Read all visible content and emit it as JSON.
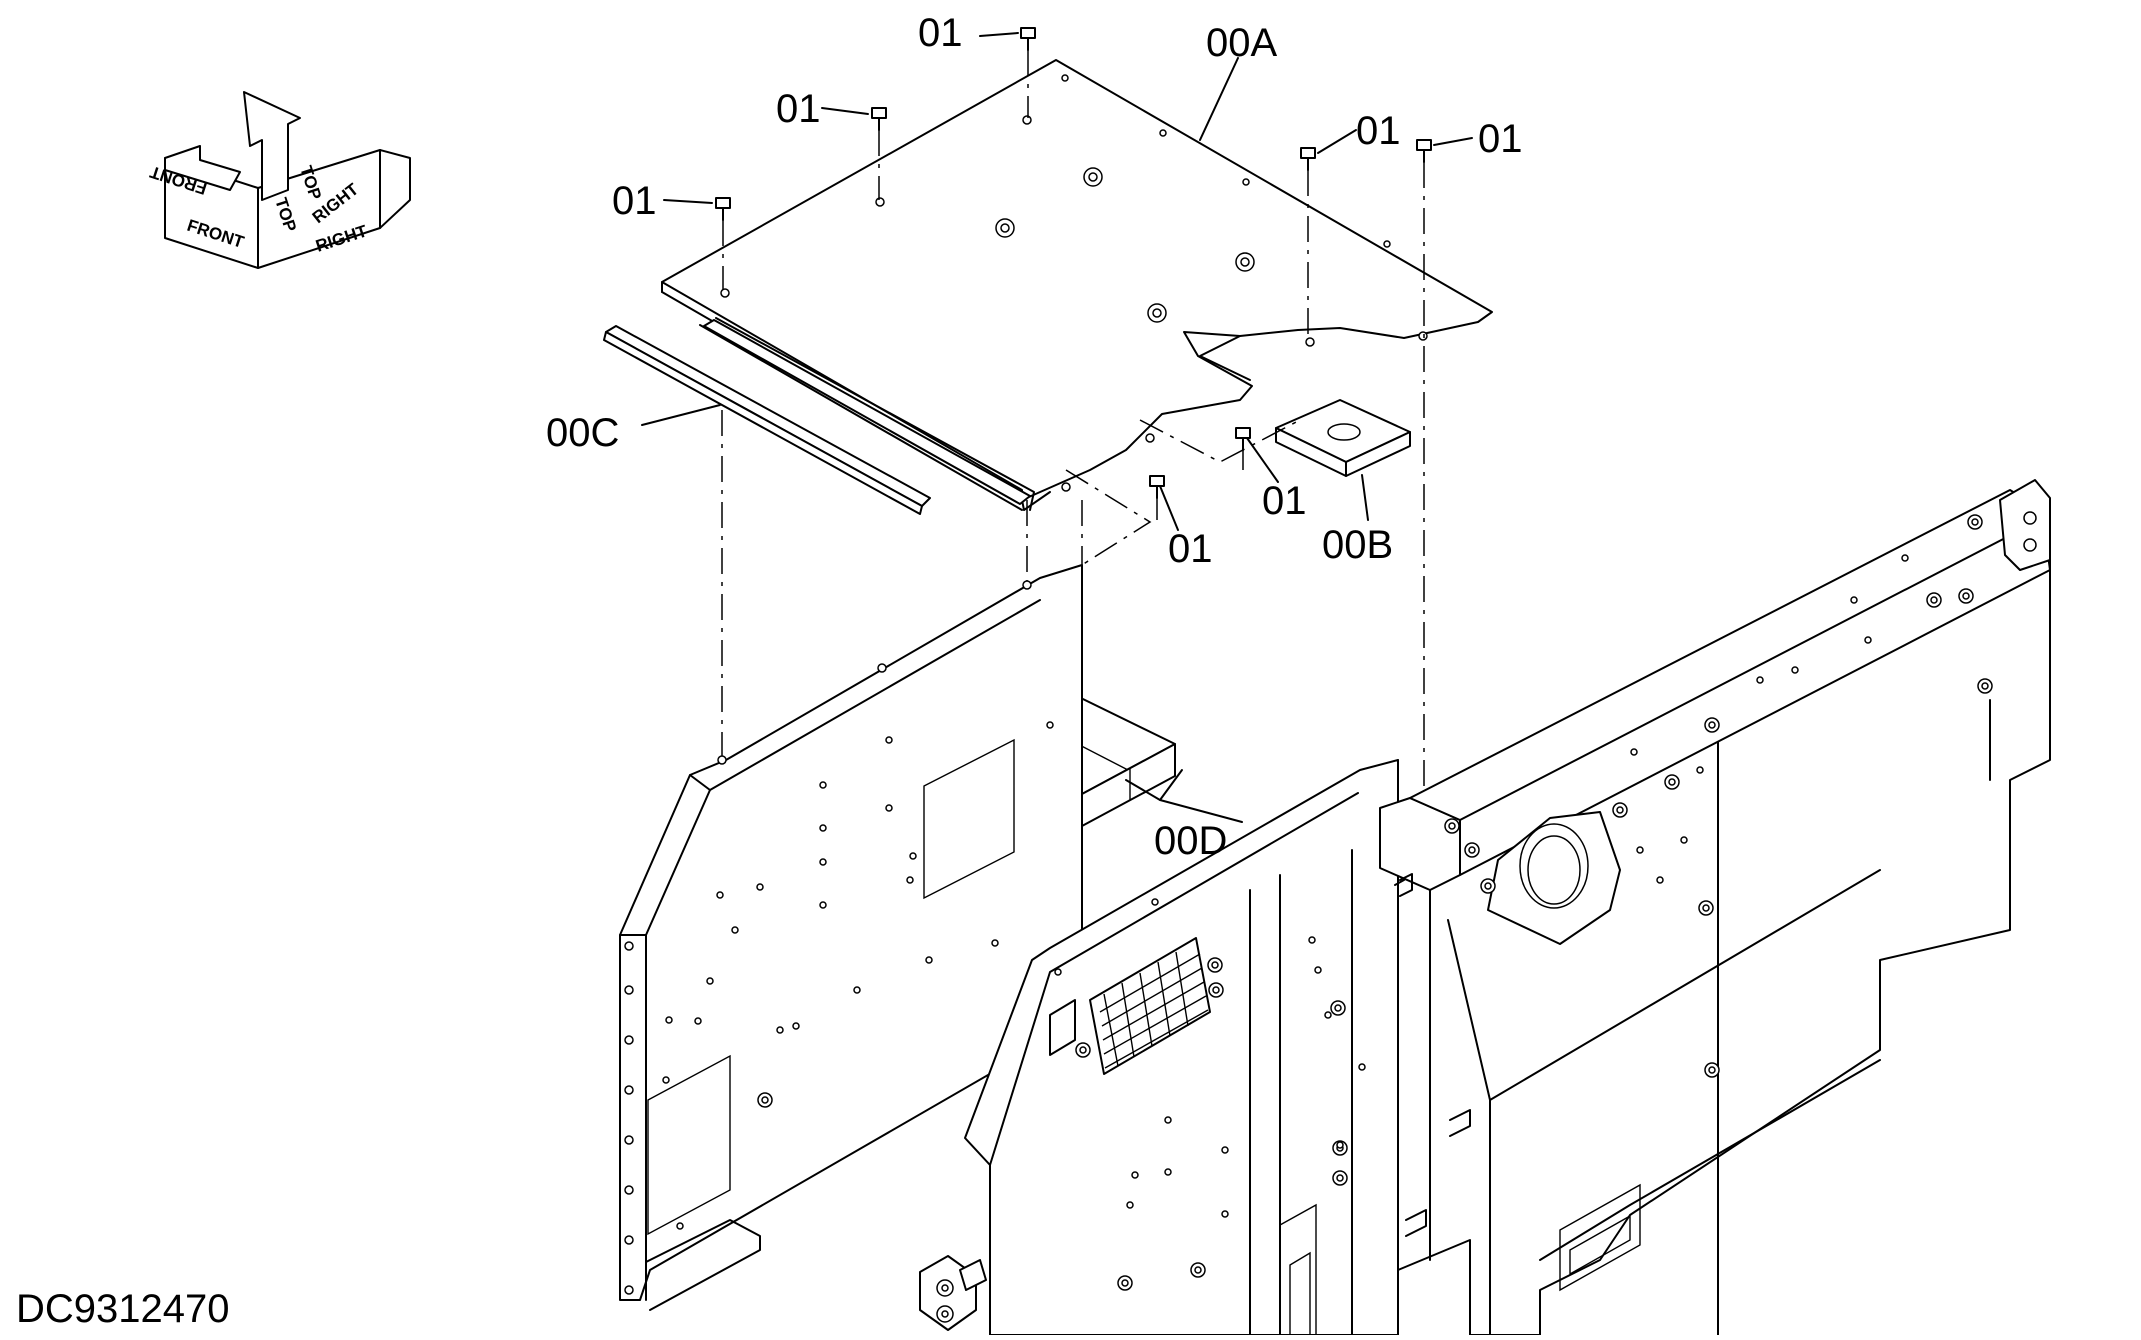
{
  "drawing_id": "DC9312470",
  "orientation_labels": {
    "front": "FRONT",
    "top": "TOP",
    "right": "RIGHT"
  },
  "callouts": {
    "cover": "00A",
    "pad": "00B",
    "seal": "00C",
    "block": "00D",
    "bolt": "01"
  },
  "colors": {
    "line": "#000000",
    "background": "#ffffff"
  }
}
